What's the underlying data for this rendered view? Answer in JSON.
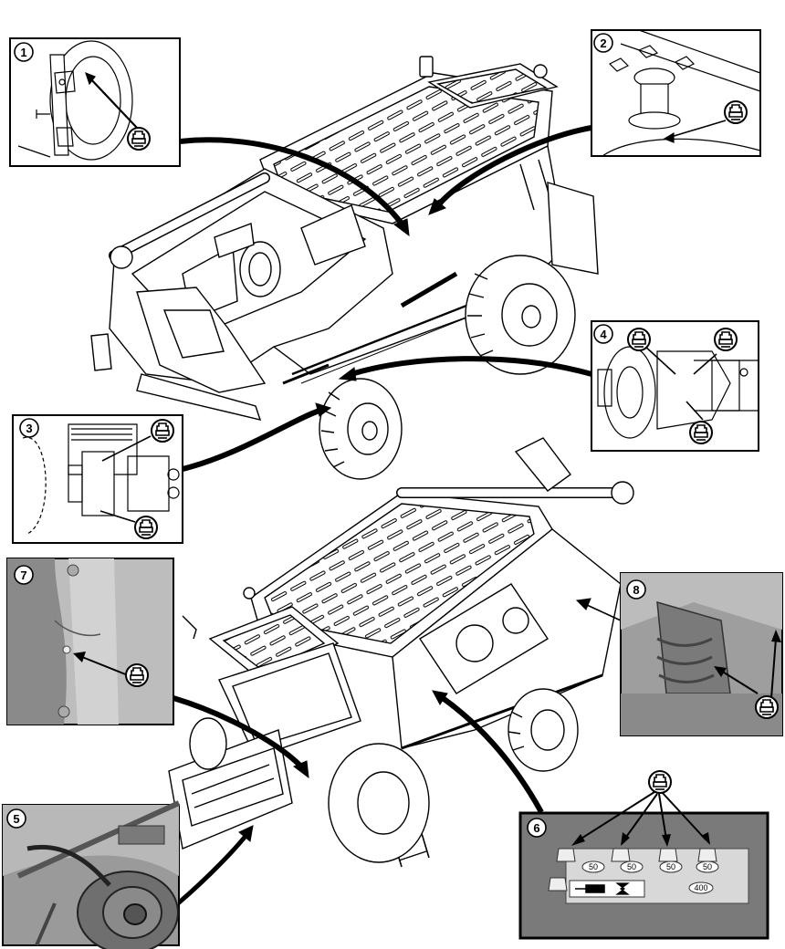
{
  "figure": {
    "callouts": [
      {
        "number": "1"
      },
      {
        "number": "2"
      },
      {
        "number": "3"
      },
      {
        "number": "4"
      },
      {
        "number": "5"
      },
      {
        "number": "6"
      },
      {
        "number": "7"
      },
      {
        "number": "8"
      }
    ],
    "grease_panel": {
      "hour_labels": [
        "50",
        "50",
        "50",
        "50",
        "400"
      ]
    },
    "colors": {
      "line": "#000000",
      "photo_gray": "#8c8c8c",
      "panel_gray": "#7a7a7a"
    }
  }
}
